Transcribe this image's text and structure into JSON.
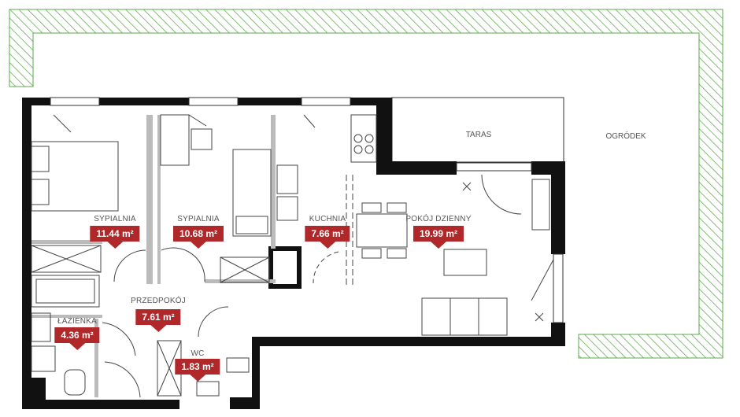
{
  "rooms": [
    {
      "name": "SYPIALNIA",
      "area": "11.44 m²"
    },
    {
      "name": "SYPIALNIA",
      "area": "10.68 m²"
    },
    {
      "name": "KUCHNIA",
      "area": "7.66 m²"
    },
    {
      "name": "POKÓJ DZIENNY",
      "area": "19.99 m²"
    },
    {
      "name": "PRZEDPOKÓJ",
      "area": "7.61 m²"
    },
    {
      "name": "ŁAZIENKA",
      "area": "4.36 m²"
    },
    {
      "name": "WC",
      "area": "1.83 m²"
    }
  ],
  "outdoor": {
    "terrace": "TARAS",
    "garden": "OGRÓDEK"
  },
  "colors": {
    "wall": "#111111",
    "label_bg": "#b0282a",
    "garden_hatch": "#5aa84a"
  }
}
